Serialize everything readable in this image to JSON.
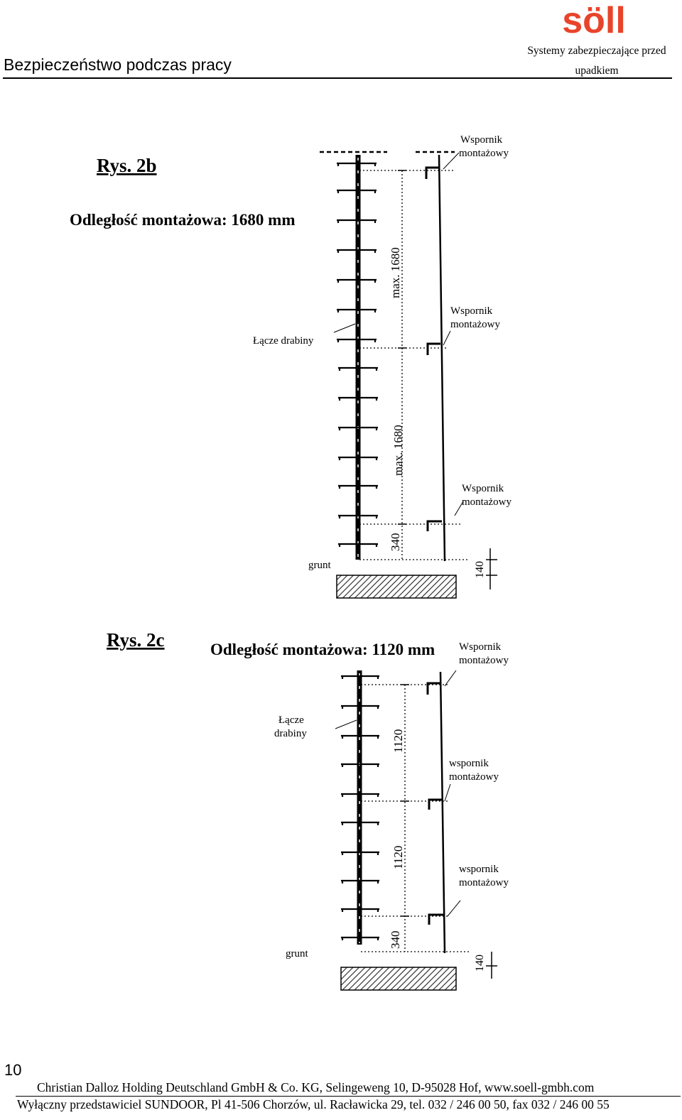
{
  "header": {
    "title": "Bezpieczeństwo podczas pracy",
    "brand": "söll",
    "tagline_line1": "Systemy zabezpieczające przed",
    "tagline_line2": "upadkiem",
    "brand_color": "#e8442a"
  },
  "fig_2b": {
    "label": "Rys. 2b",
    "subtitle": "Odległość montażowa: 1680 mm",
    "bracket_label_top_1": "Wspornik",
    "bracket_label_top_2": "montażowy",
    "bracket_label_mid_1": "Wspornik",
    "bracket_label_mid_2": "montażowy",
    "bracket_label_bot_1": "Wspornik",
    "bracket_label_bot_2": "montażowy",
    "connector_label": "Łącze drabiny",
    "ground_label": "grunt",
    "dim_upper": "max. 1680",
    "dim_middle": "max. 1680",
    "dim_lower": "340",
    "dim_ground": "140"
  },
  "fig_2c": {
    "label": "Rys. 2c",
    "subtitle": "Odległość montażowa: 1120 mm",
    "bracket_label_top_1": "Wspornik",
    "bracket_label_top_2": "montażowy",
    "bracket_label_mid_1": "wspornik",
    "bracket_label_mid_2": "montażowy",
    "bracket_label_bot_1": "wspornik",
    "bracket_label_bot_2": "montażowy",
    "connector_label_1": "Łącze",
    "connector_label_2": "drabiny",
    "ground_label": "grunt",
    "dim_upper": "1120",
    "dim_middle": "1120",
    "dim_lower": "340",
    "dim_ground": "140"
  },
  "footer": {
    "page_number": "10",
    "line1": "Christian Dalloz Holding Deutschland GmbH & Co. KG, Selingeweng 10, D-95028 Hof,  www.soell-gmbh.com",
    "line2": "Wyłączny przedstawiciel SUNDOOR, Pl 41-506 Chorzów,  ul. Racławicka 29, tel. 032 / 246 00 50, fax 032 / 246 00 55"
  }
}
